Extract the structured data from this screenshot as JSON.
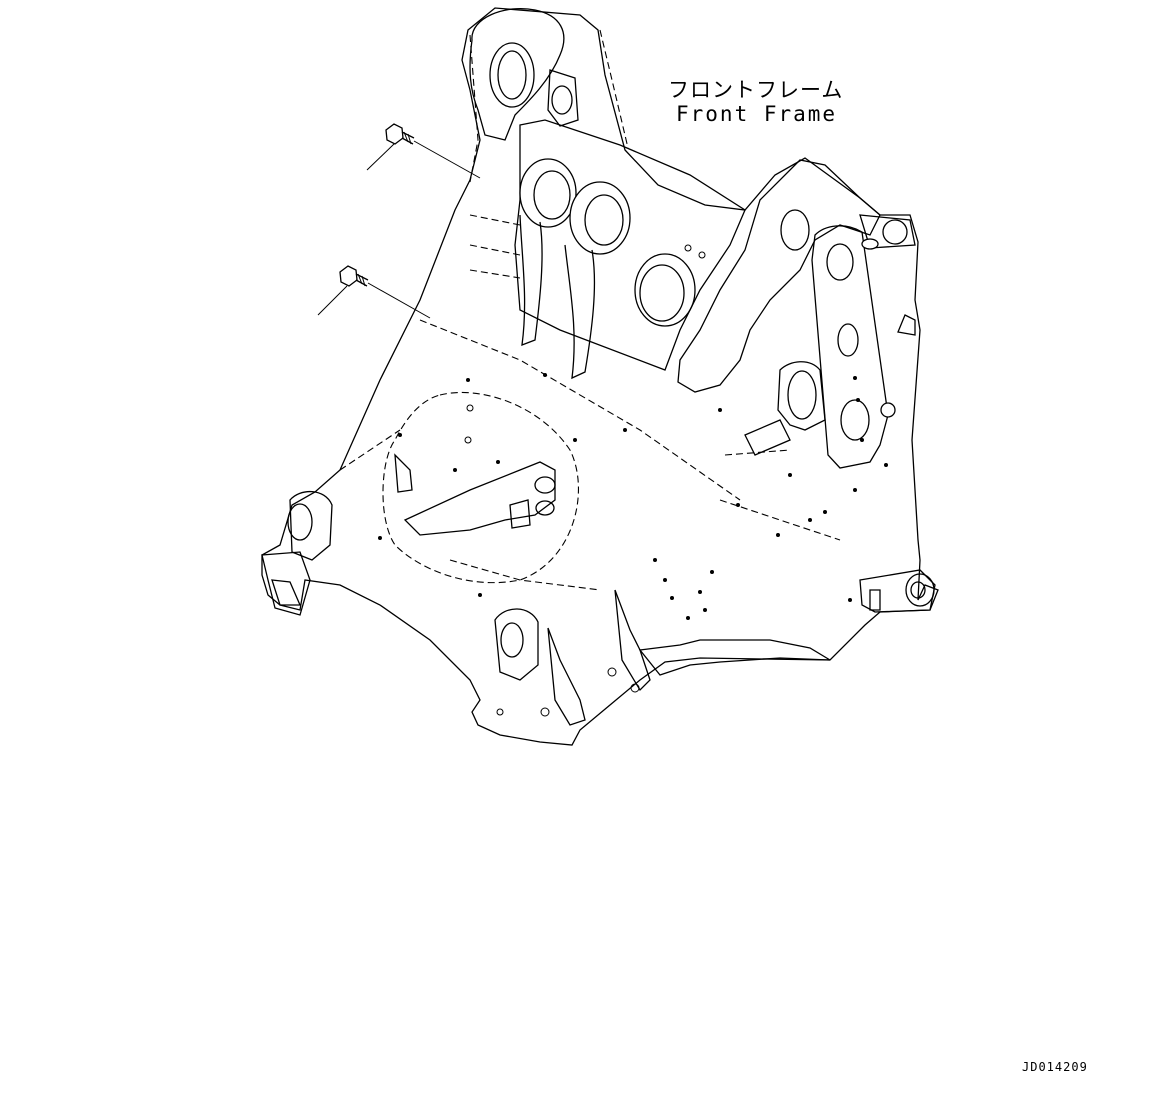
{
  "diagram": {
    "part_label_ja": "フロントフレーム",
    "part_label_en": "Front Frame",
    "drawing_id": "JD014209",
    "line_color": "#000000",
    "background": "#ffffff"
  }
}
